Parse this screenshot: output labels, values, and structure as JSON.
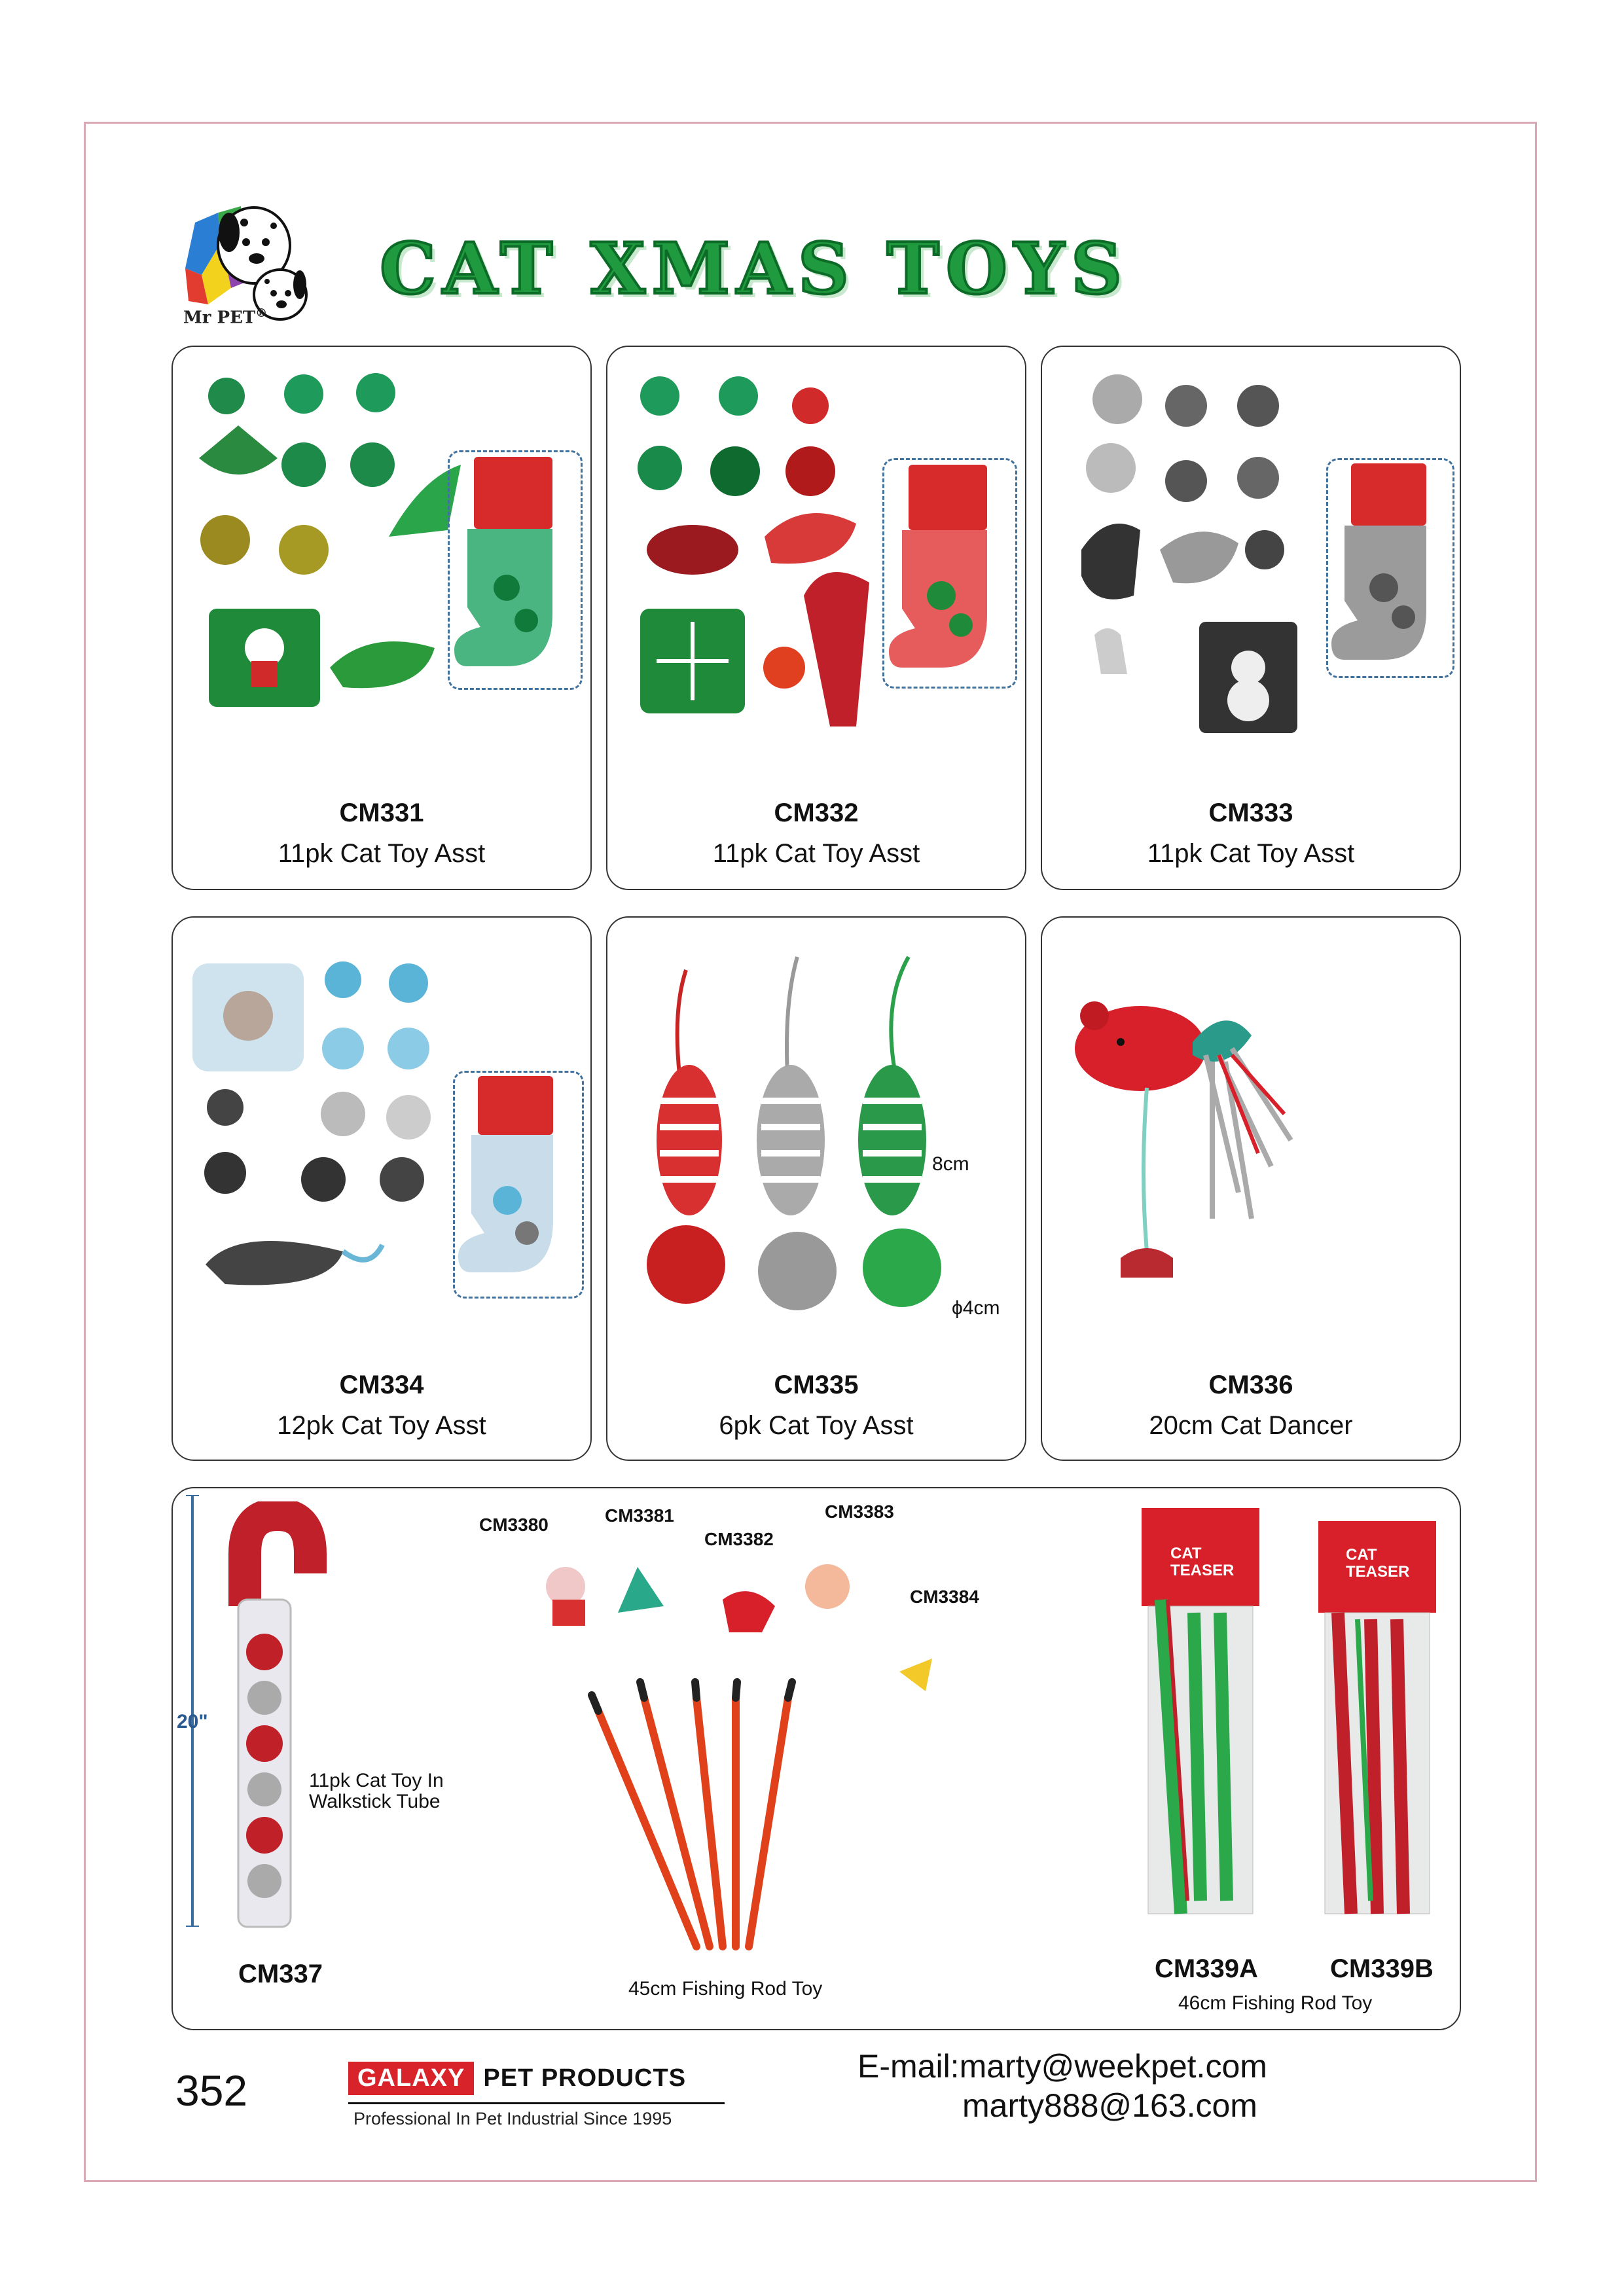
{
  "logo": {
    "text": "Mr PET",
    "mark": "®"
  },
  "title": "CAT XMAS TOYS",
  "products_row1": [
    {
      "code": "CM331",
      "desc": "11pk Cat Toy Asst"
    },
    {
      "code": "CM332",
      "desc": "11pk Cat Toy Asst"
    },
    {
      "code": "CM333",
      "desc": "11pk Cat Toy Asst"
    }
  ],
  "products_row2": [
    {
      "code": "CM334",
      "desc": "12pk Cat Toy Asst"
    },
    {
      "code": "CM335",
      "desc": "6pk Cat Toy Asst"
    },
    {
      "code": "CM336",
      "desc": "20cm Cat Dancer"
    }
  ],
  "cm335_dims": {
    "mouse": "8cm",
    "ball": "ϕ4cm"
  },
  "bottom": {
    "tube_height": "20\"",
    "tube_desc_1": "11pk Cat Toy In",
    "tube_desc_2": "Walkstick Tube",
    "tube_code": "CM337",
    "rod_codes": [
      "CM3380",
      "CM3381",
      "CM3382",
      "CM3383",
      "CM3384"
    ],
    "rod_desc": "45cm Fishing Rod Toy",
    "teaser_pack_text_1": "CAT",
    "teaser_pack_text_2": "TEASER",
    "teaser_codes": [
      "CM339A",
      "CM339B"
    ],
    "teaser_desc": "46cm Fishing Rod Toy"
  },
  "footer": {
    "page_number": "352",
    "brand_highlight": "GALAXY",
    "brand_rest": "PET PRODUCTS",
    "tagline": "Professional In Pet Industrial Since 1995",
    "email_1": "E-mail:marty@weekpet.com",
    "email_2": "marty888@163.com"
  }
}
